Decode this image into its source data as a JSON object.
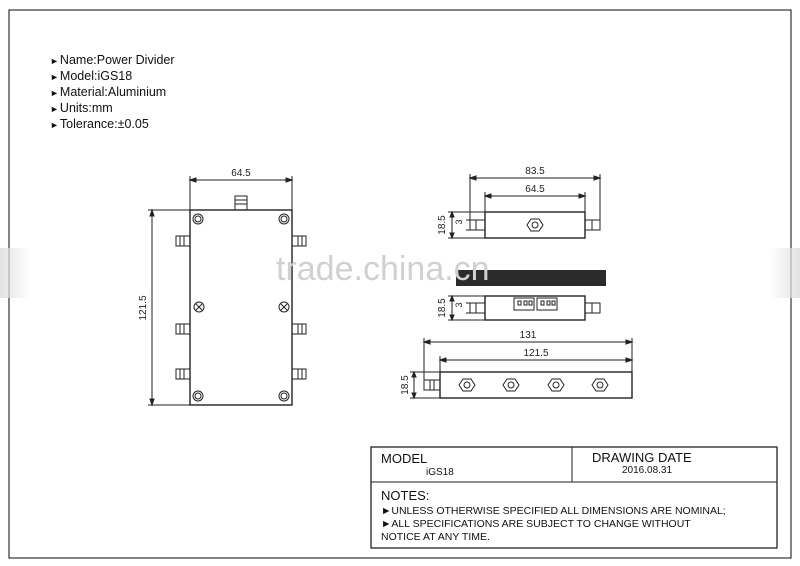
{
  "specs": [
    {
      "label": "Name:",
      "value": "Power  Divider"
    },
    {
      "label": "Model:",
      "value": "iGS18"
    },
    {
      "label": "Material:",
      "value": "Aluminium"
    },
    {
      "label": "Units:",
      "value": "mm"
    },
    {
      "label": "Tolerance:",
      "value": "±0.05"
    }
  ],
  "views": {
    "front": {
      "width": "64.5",
      "height": "121.5"
    },
    "top": {
      "overall": "83.5",
      "body": "64.5",
      "height": "18.5",
      "offset": "3"
    },
    "side": {
      "height": "18.5",
      "offset": "3"
    },
    "bottom": {
      "overall": "131",
      "body": "121.5",
      "height": "18.5"
    }
  },
  "watermark": "trade.china.cn",
  "title_block": {
    "model_label": "MODEL",
    "model_value": "iGS18",
    "date_label": "DRAWING DATE",
    "date_value": "2016.08.31",
    "notes_label": "NOTES:",
    "notes": [
      "►UNLESS  OTHERWISE  SPECIFIED  ALL  DIMENSIONS  ARE  NOMINAL;",
      "►ALL  SPECIFICATIONS  ARE  SUBJECT  TO  CHANGE  WITHOUT",
      "NOTICE  AT  ANY  TIME."
    ]
  }
}
